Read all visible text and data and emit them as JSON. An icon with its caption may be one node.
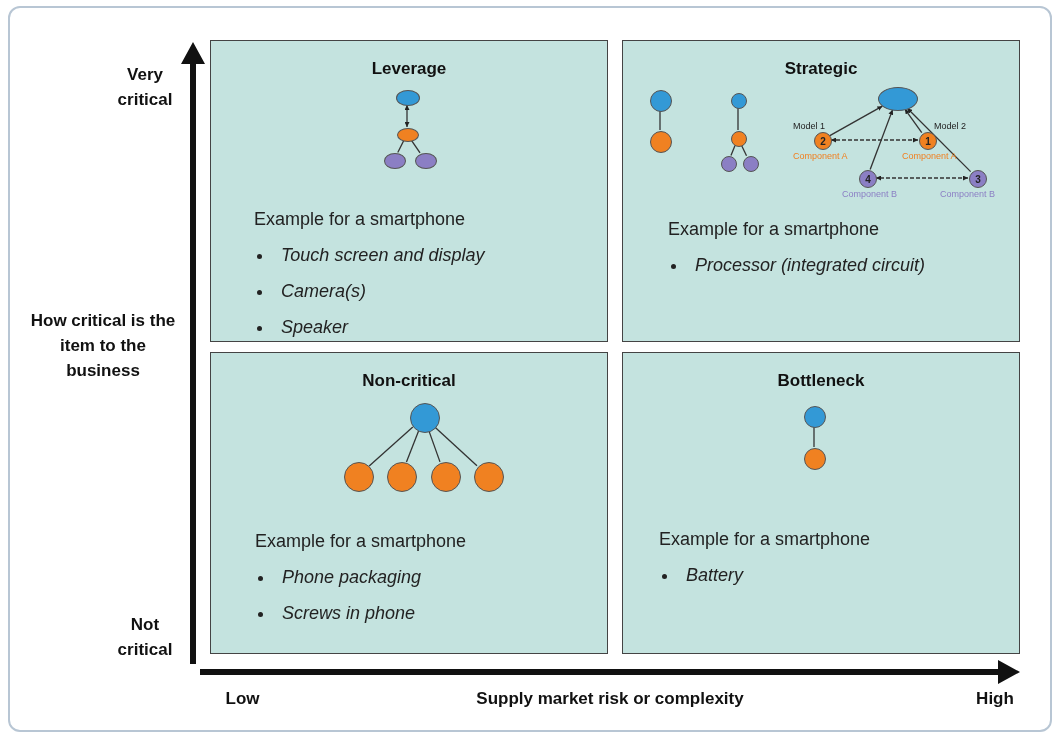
{
  "diagram": {
    "nodes": [
      {
        "text": [
          "Leverage",
          "Example for a smartphone",
          "Touch screen and display",
          "Camera(s)",
          "Speaker"
        ]
      },
      {
        "text": [
          "Strategic",
          "Example for a smartphone",
          "Processor (integrated circuit)"
        ]
      },
      {
        "text": [
          "Non-critical",
          "Example for a smartphone",
          "Phone packaging",
          "Screws in phone"
        ]
      },
      {
        "text": [
          "Bottleneck",
          "Example for a smartphone",
          "Battery"
        ]
      },
      {
        "text": [],
        "shape": "circle",
        "in": 0
      },
      {
        "text": [],
        "shape": "circle",
        "in": 0
      },
      {
        "text": [],
        "shape": "circle",
        "in": 0
      },
      {
        "text": [],
        "shape": "circle",
        "in": 0
      },
      {
        "text": [],
        "shape": "circle",
        "in": 1
      },
      {
        "text": [],
        "shape": "circle",
        "in": 1
      },
      {
        "text": [],
        "shape": "circle",
        "in": 1
      },
      {
        "text": [],
        "shape": "circle",
        "in": 1
      },
      {
        "text": [],
        "shape": "circle",
        "in": 1
      },
      {
        "text": [],
        "shape": "circle",
        "in": 1
      },
      {
        "text": [],
        "shape": "circle",
        "in": 1
      },
      {
        "text": [
          "2"
        ],
        "beside": [
          "Model 1",
          "Component A"
        ],
        "in": 1
      },
      {
        "text": [
          "1"
        ],
        "beside": [
          "Model 2",
          "Component A"
        ],
        "in": 1
      },
      {
        "text": [
          "4"
        ],
        "beside": [
          "Component B"
        ],
        "in": 1
      },
      {
        "text": [
          "3"
        ],
        "beside": [
          "Component B"
        ],
        "in": 1
      },
      {
        "text": [],
        "shape": "circle",
        "in": 2
      },
      {
        "text": [],
        "shape": "circle",
        "in": 2
      },
      {
        "text": [],
        "shape": "circle",
        "in": 2
      },
      {
        "text": [],
        "shape": "circle",
        "in": 2
      },
      {
        "text": [],
        "shape": "circle",
        "in": 2
      },
      {
        "text": [],
        "shape": "circle",
        "in": 3
      },
      {
        "text": [],
        "shape": "circle",
        "in": 3
      }
    ],
    "edges": [
      {
        "from": 4,
        "to": 5,
        "arrow": "both"
      },
      {
        "from": 5,
        "to": 6,
        "arrow": "none"
      },
      {
        "from": 5,
        "to": 7,
        "arrow": "none"
      },
      {
        "from": 8,
        "to": 9,
        "arrow": "none"
      },
      {
        "from": 10,
        "to": 11,
        "arrow": "none"
      },
      {
        "from": 11,
        "to": 12,
        "arrow": "none"
      },
      {
        "from": 11,
        "to": 13,
        "arrow": "none"
      },
      {
        "from": 15,
        "to": 14,
        "arrow": "to"
      },
      {
        "from": 17,
        "to": 14,
        "arrow": "to"
      },
      {
        "from": 16,
        "to": 14,
        "arrow": "to"
      },
      {
        "from": 18,
        "to": 14,
        "arrow": "to"
      },
      {
        "from": 16,
        "to": 15,
        "arrow": "both",
        "style": "dashed"
      },
      {
        "from": 18,
        "to": 17,
        "arrow": "both",
        "style": "dashed"
      },
      {
        "from": 19,
        "to": 20,
        "arrow": "none"
      },
      {
        "from": 19,
        "to": 21,
        "arrow": "none"
      },
      {
        "from": 19,
        "to": 22,
        "arrow": "none"
      },
      {
        "from": 19,
        "to": 23,
        "arrow": "none"
      },
      {
        "from": 24,
        "to": 25,
        "arrow": "none"
      }
    ],
    "labels": [
      "Very critical",
      "How critical is the item to the business",
      "Not critical",
      "Low",
      "Supply market risk or complexity",
      "High"
    ]
  }
}
